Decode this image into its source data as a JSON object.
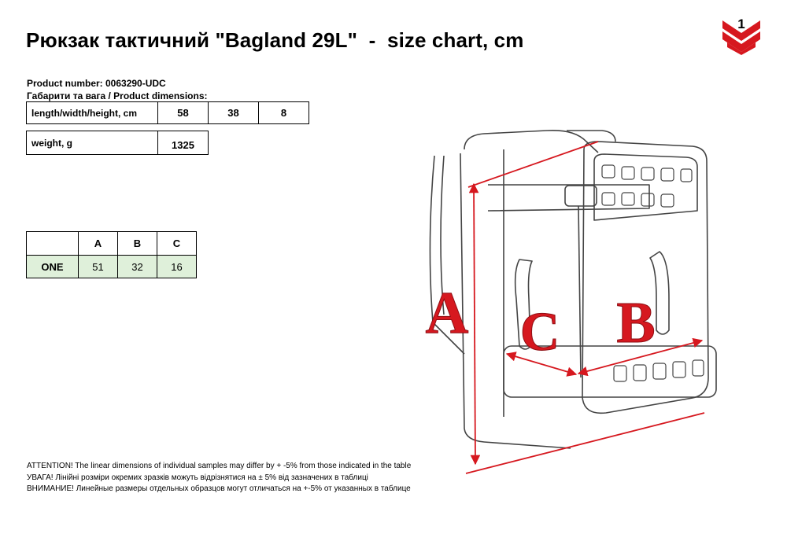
{
  "title": "Рюкзак тактичний \"Bagland 29L\"  -  size chart, cm",
  "product_number": "Product number: 0063290-UDC",
  "dimensions_heading": "Габарити та вага / Product dimensions:",
  "dimensions": {
    "label": "length/width/height, cm",
    "values": [
      "58",
      "38",
      "8"
    ]
  },
  "weight": {
    "label": "weight, g",
    "value": "1325"
  },
  "size_table": {
    "headers": [
      "",
      "A",
      "B",
      "C"
    ],
    "rows": [
      {
        "size": "ONE",
        "values": [
          "51",
          "32",
          "16"
        ]
      }
    ]
  },
  "attention": [
    "ATTENTION! The linear dimensions of individual samples may differ by + -5% from those indicated in the table",
    "УВАГА! Лінійні розміри окремих зразків можуть відрізнятися на ± 5% від зазначених в таблиці",
    "ВНИМАНИЕ! Линейные размеры отдельных образцов могут отличаться на +-5% от указанных в таблице"
  ],
  "diagram_labels": {
    "a": "A",
    "b": "B",
    "c": "C"
  },
  "logo_mark": "1",
  "colors": {
    "accent": "#d6181f",
    "highlight": "#dff0da"
  }
}
